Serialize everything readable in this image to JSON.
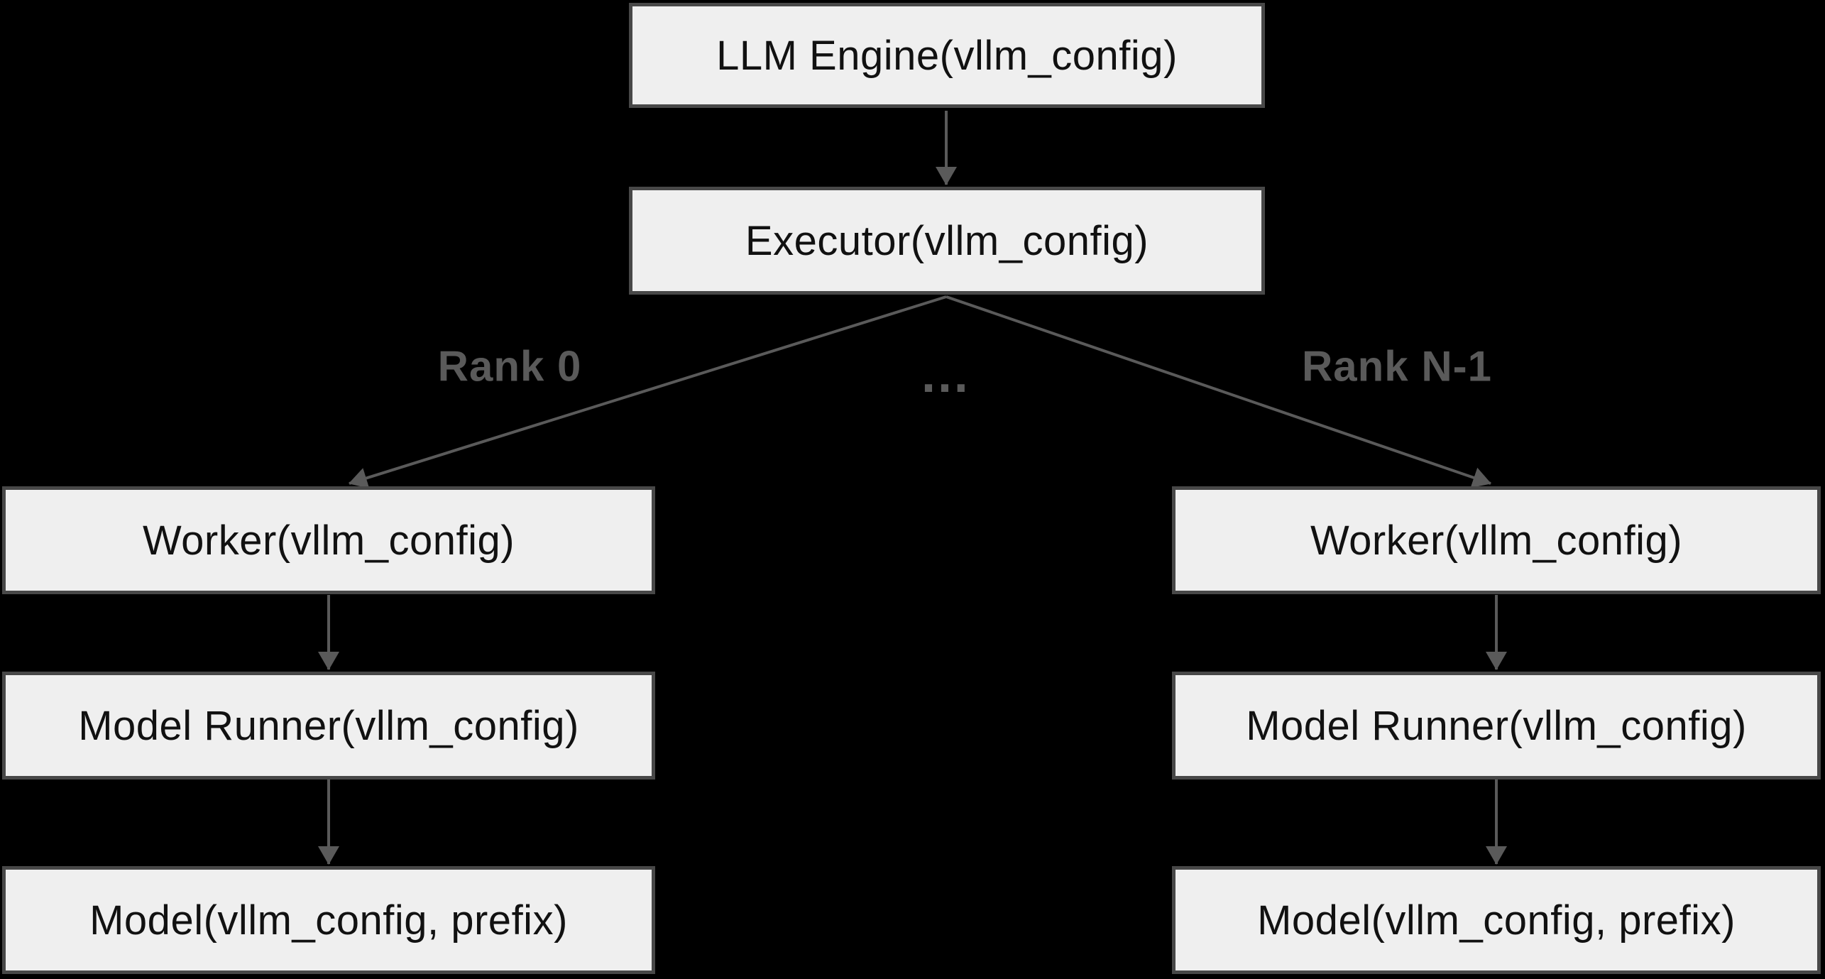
{
  "diagram": {
    "title_hint": "vLLM engine/executor/worker architecture flowchart",
    "nodes": {
      "llm_engine": {
        "label": "LLM Engine(vllm_config)"
      },
      "executor": {
        "label": "Executor(vllm_config)"
      },
      "worker_left": {
        "label": "Worker(vllm_config)"
      },
      "model_runner_left": {
        "label": "Model Runner(vllm_config)"
      },
      "model_left": {
        "label": "Model(vllm_config, prefix)"
      },
      "worker_right": {
        "label": "Worker(vllm_config)"
      },
      "model_runner_right": {
        "label": "Model Runner(vllm_config)"
      },
      "model_right": {
        "label": "Model(vllm_config, prefix)"
      }
    },
    "edge_labels": {
      "rank0": "Rank 0",
      "ellipsis": "…",
      "rank_n1": "Rank N-1"
    },
    "colors": {
      "background": "#000000",
      "node_fill": "#efefef",
      "node_border": "#484848",
      "node_text": "#111111",
      "edge": "#5a5a5a",
      "edge_label": "#5a5a5a"
    }
  }
}
